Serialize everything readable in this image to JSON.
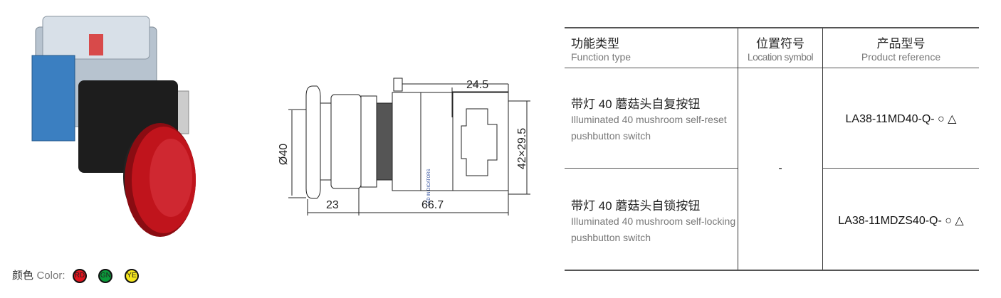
{
  "drawing": {
    "dim_top": "24.5",
    "dim_left": "Ø40",
    "dim_right": "42×29.5",
    "dim_bottom_left": "23",
    "dim_bottom_right": "66.7",
    "body_label": "LED IN DICATORS"
  },
  "table": {
    "headers": [
      {
        "zh": "功能类型",
        "en": "Function type"
      },
      {
        "zh": "位置符号",
        "en": "Location symbol"
      },
      {
        "zh": "产品型号",
        "en": "Product reference"
      }
    ],
    "location_symbol": "-",
    "rows": [
      {
        "zh": "带灯 40 蘑菇头自复按钮",
        "en": "Illuminated 40 mushroom self-reset pushbutton switch",
        "ref": "LA38-11MD40-Q- ○ △"
      },
      {
        "zh": "带灯 40 蘑菇头自锁按钮",
        "en": "Illuminated 40 mushroom self-locking pushbutton switch",
        "ref": "LA38-11MDZS40-Q- ○ △"
      }
    ]
  },
  "colors": {
    "label_zh": "颜色",
    "label_en": "Color:",
    "options": [
      {
        "code": "RD",
        "hex": "#e0141e"
      },
      {
        "code": "GN",
        "hex": "#0a9a3a"
      },
      {
        "code": "YE",
        "hex": "#f5e61c"
      }
    ]
  }
}
